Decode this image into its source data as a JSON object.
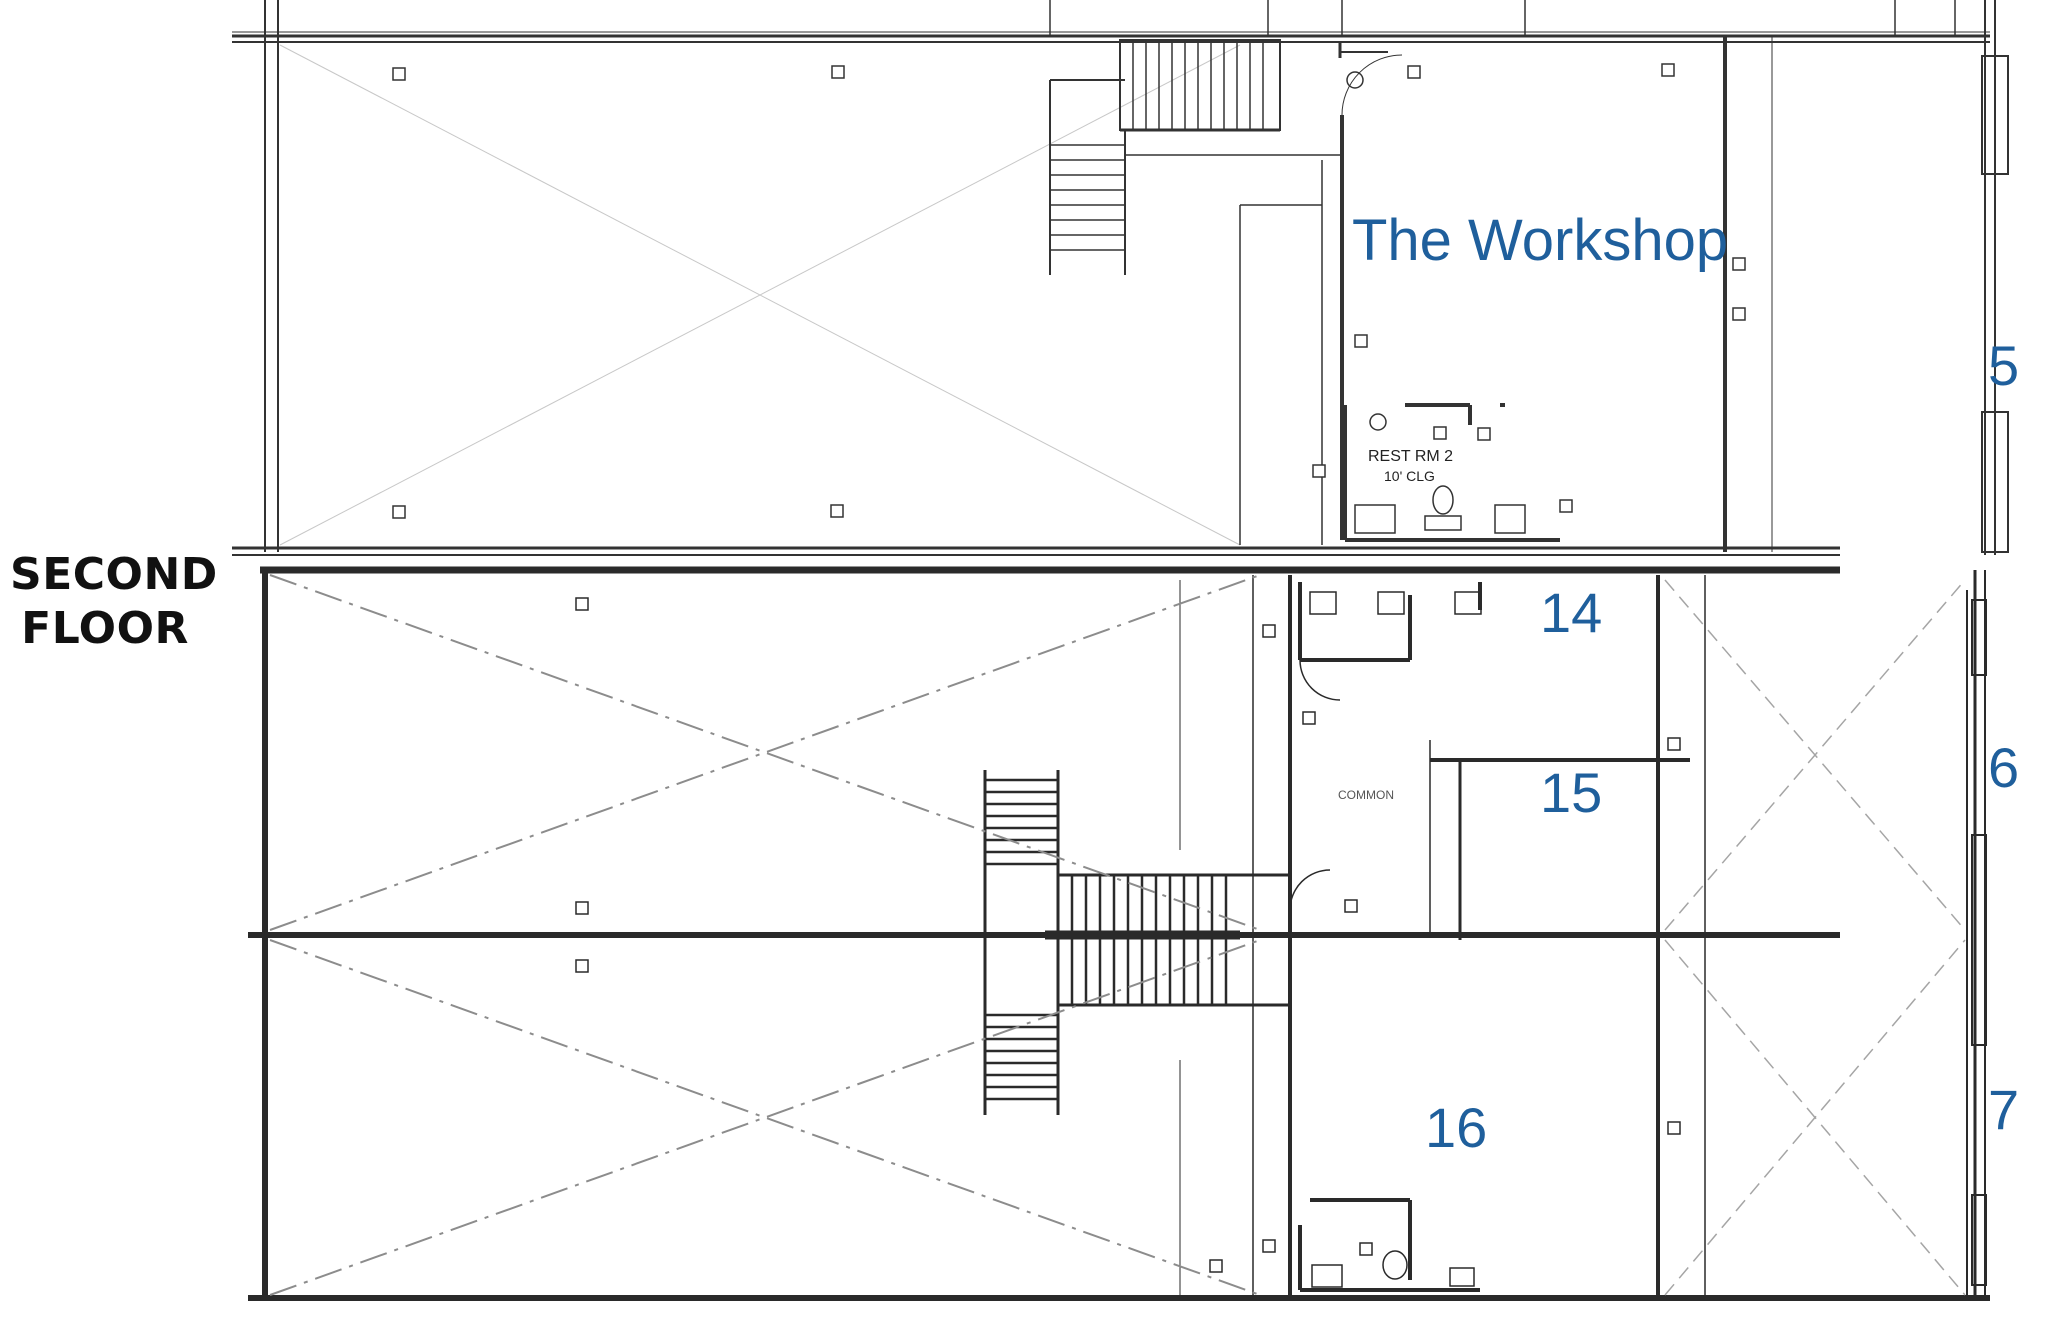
{
  "floor_label": {
    "line1": "SECOND",
    "line2": "FLOOR"
  },
  "units": {
    "workshop": "The Workshop",
    "u5": "5",
    "u6": "6",
    "u7": "7",
    "u14": "14",
    "u15": "15",
    "u16": "16"
  },
  "rooms": {
    "rest_rm_upper": "REST RM 2",
    "clg_upper": "10' CLG",
    "common": "COMMON"
  },
  "colors": {
    "unit_label": "#1f5f9c",
    "wall": "#2a2a2a",
    "line": "#9a9a9a"
  }
}
